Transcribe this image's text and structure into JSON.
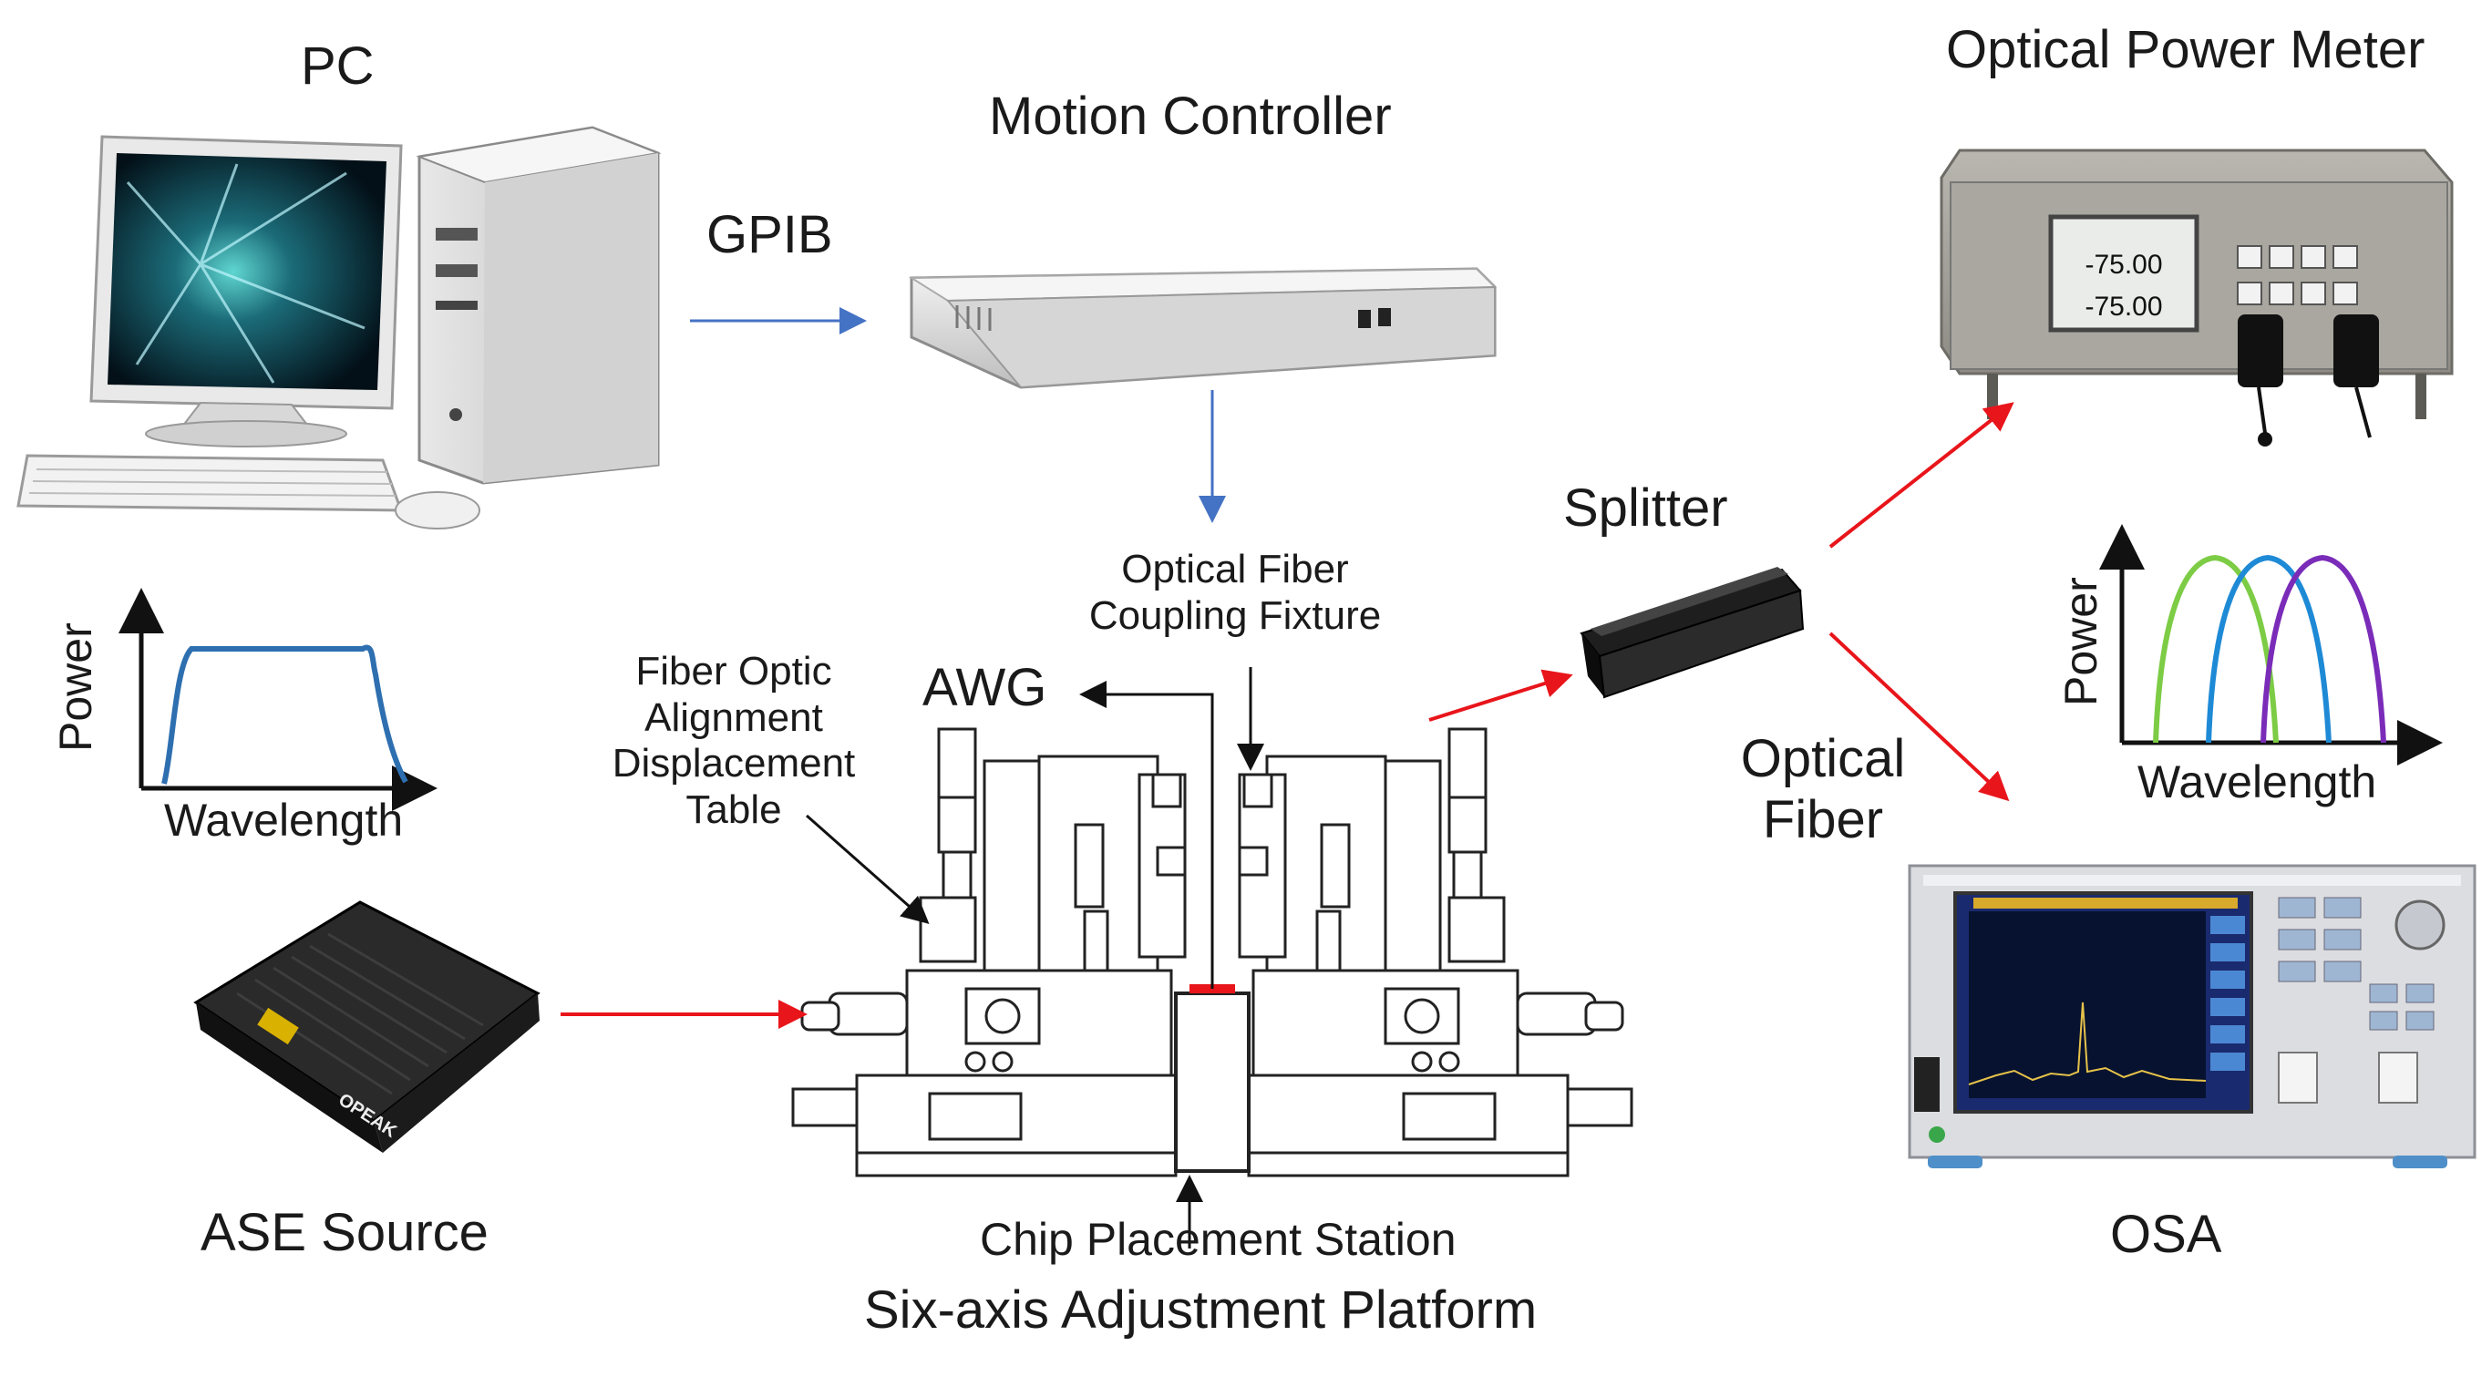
{
  "labels": {
    "pc": "PC",
    "gpib": "GPIB",
    "motion_controller": "Motion Controller",
    "optical_power_meter": "Optical Power Meter",
    "splitter": "Splitter",
    "optical_fiber_coupling_fixture_line1": "Optical Fiber",
    "optical_fiber_coupling_fixture_line2": "Coupling Fixture",
    "fiber_optic_line1": "Fiber Optic",
    "fiber_optic_line2": "Alignment",
    "fiber_optic_line3": "Displacement",
    "fiber_optic_line4": "Table",
    "awg": "AWG",
    "optical_fiber_line1": "Optical",
    "optical_fiber_line2": "Fiber",
    "ase_source": "ASE Source",
    "chip_placement_station": "Chip Placement Station",
    "six_axis_platform": "Six-axis Adjustment Platform",
    "osa": "OSA",
    "ase_plot_ylabel": "Power",
    "ase_plot_xlabel": "Wavelength",
    "osa_plot_ylabel": "Power",
    "osa_plot_xlabel": "Wavelength"
  },
  "power_meter_display": {
    "reading_1": "-75.00",
    "reading_2": "-75.00"
  },
  "device_logo": "OPEAK",
  "colors": {
    "control_arrow": "#4472c4",
    "optical_arrow": "#e8151b",
    "ase_curve": "#2e6fb0",
    "osa_peak_green": "#7dcc45",
    "osa_peak_blue": "#1e8ad6",
    "osa_peak_purple": "#7a2cb8"
  },
  "icons": [
    "pc-workstation-icon",
    "motion-controller-box-icon",
    "optical-power-meter-icon",
    "splitter-device-icon",
    "ase-source-box-icon",
    "osa-instrument-icon",
    "six-axis-stage-drawing-icon"
  ]
}
